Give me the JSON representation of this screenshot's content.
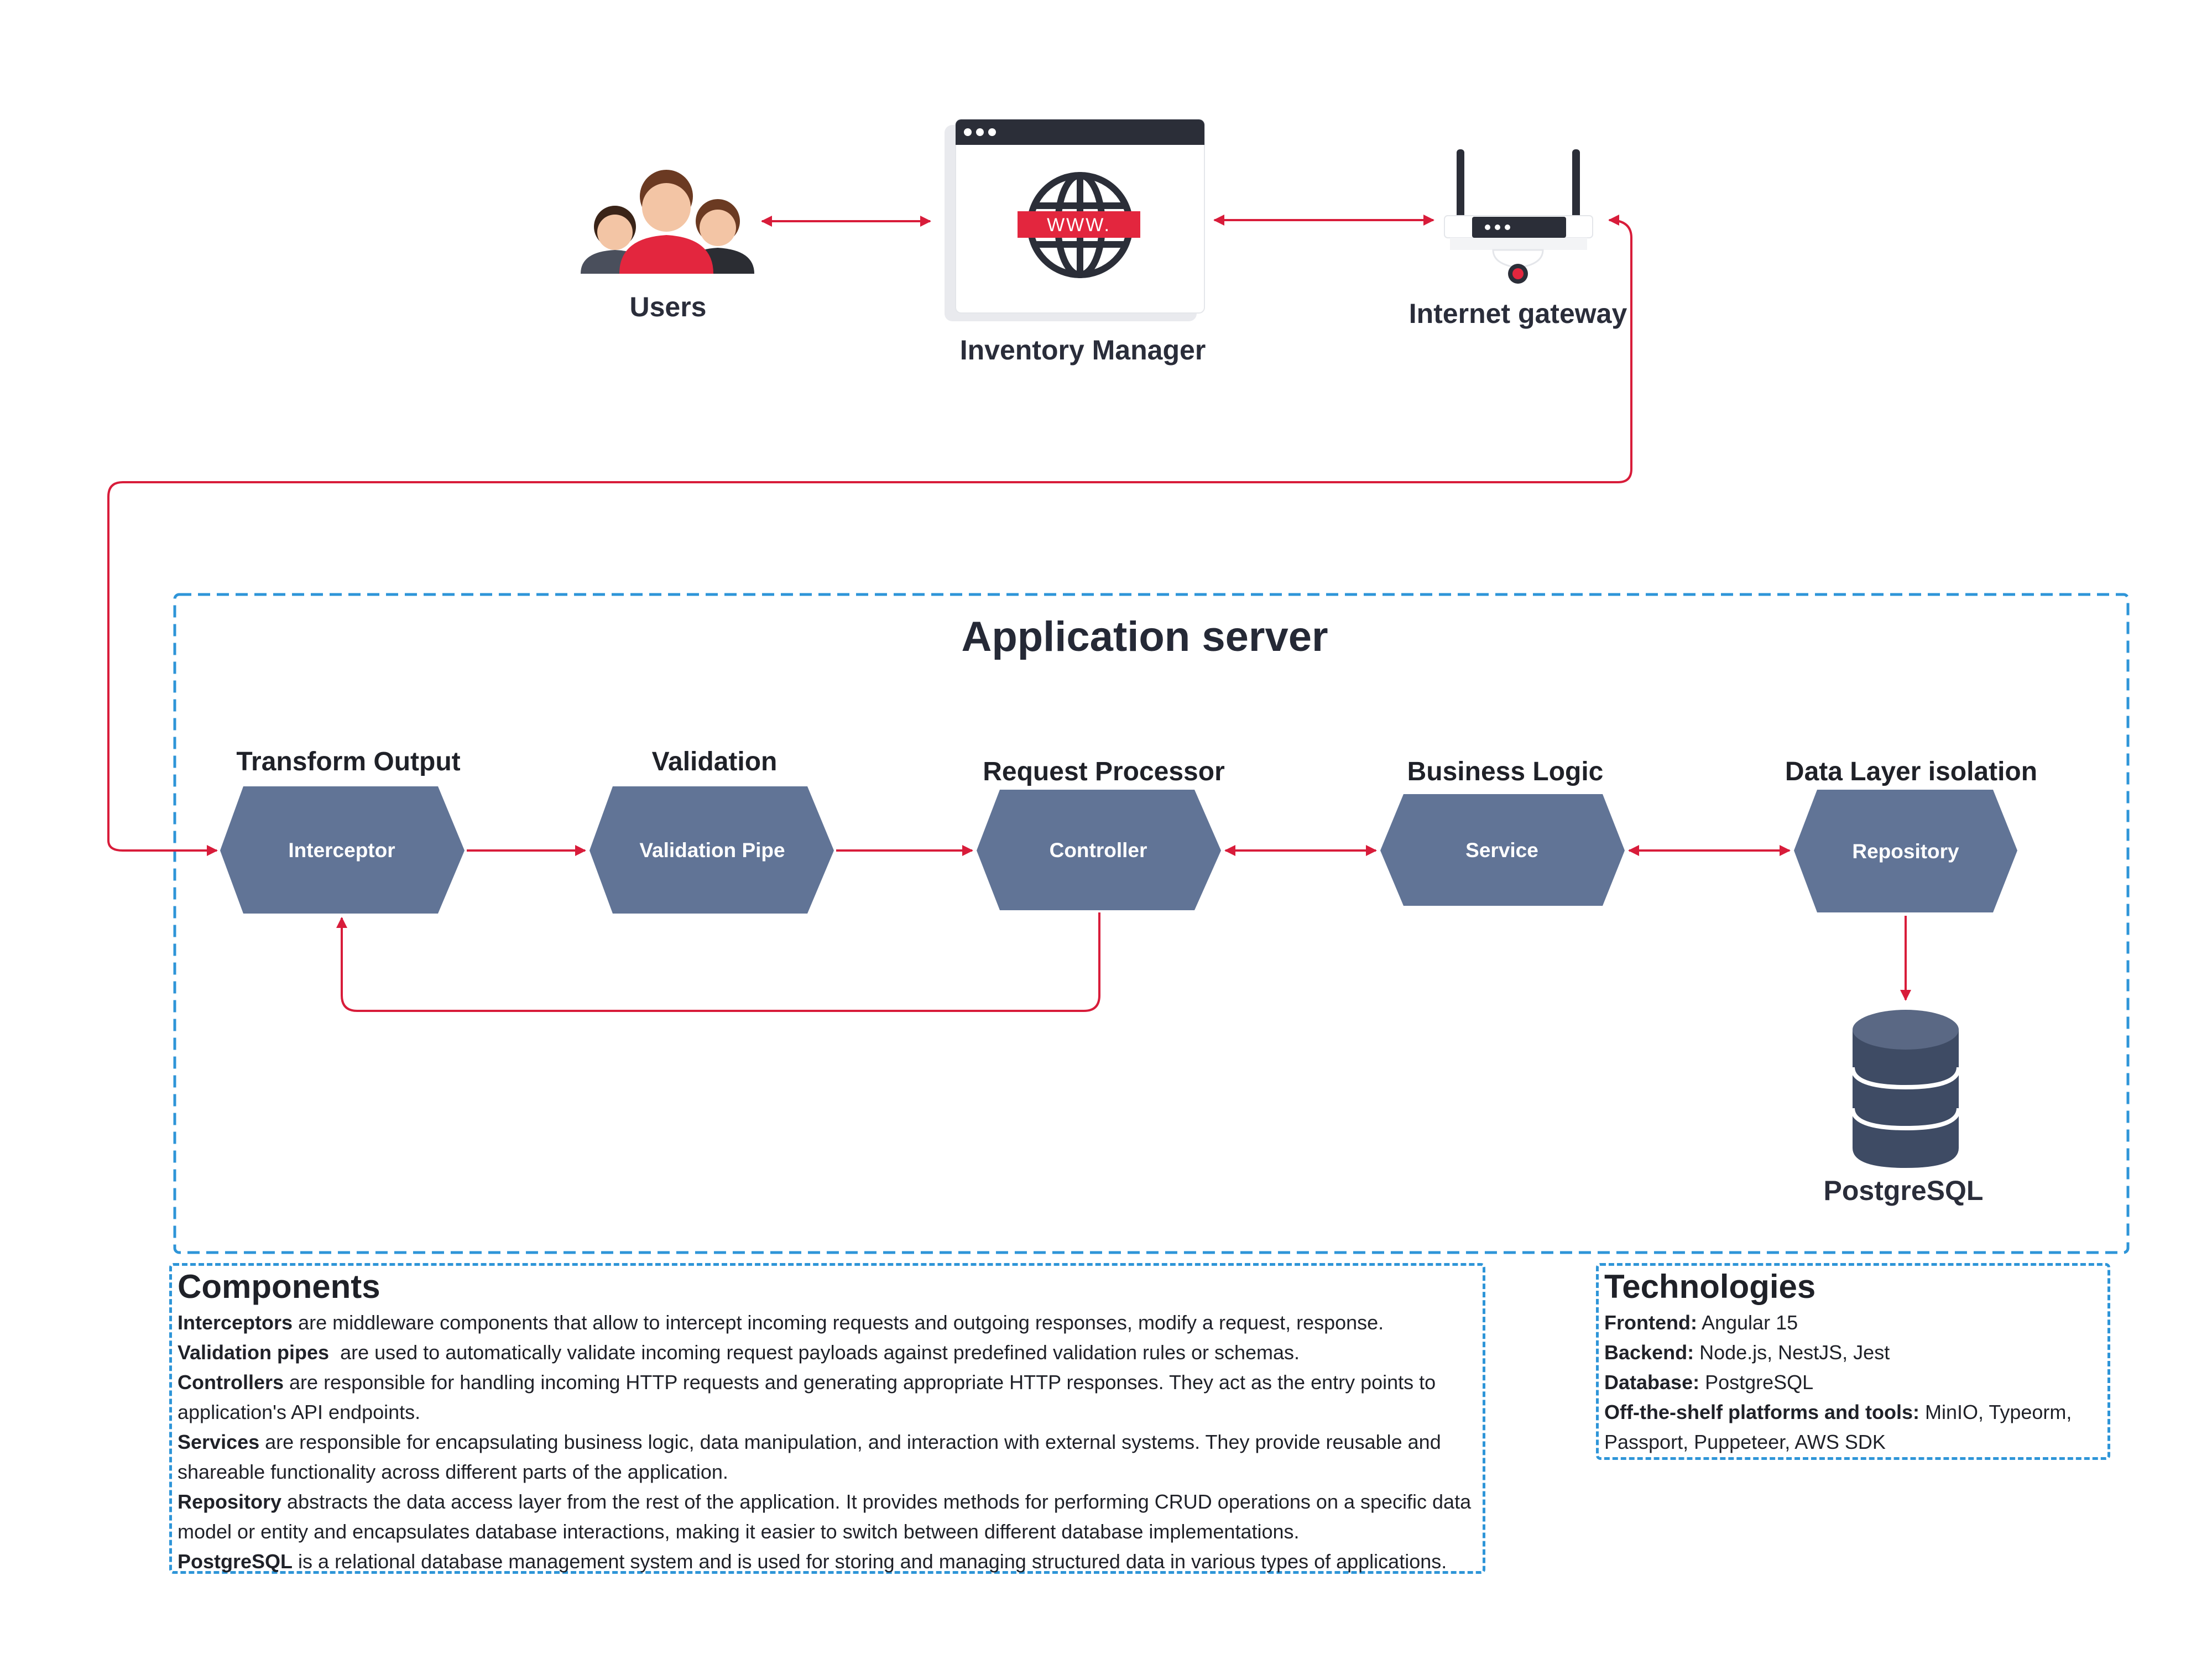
{
  "colors": {
    "hexagon": "#617496",
    "arrow": "#d81c3a",
    "border_dashed": "#2e95d8",
    "text_dark": "#2a2d3a",
    "database": "#3e4b64"
  },
  "top": {
    "users_label": "Users",
    "users_icon": "users-group-icon",
    "browser_label": "Inventory Manager",
    "browser_icon": "browser-www-icon",
    "browser_badge": "WWW.",
    "gateway_label": "Internet gateway",
    "gateway_icon": "router-icon"
  },
  "app_server": {
    "title": "Application server",
    "steps": [
      {
        "heading": "Transform Output",
        "node": "Interceptor"
      },
      {
        "heading": "Validation",
        "node": "Validation Pipe"
      },
      {
        "heading": "Request Processor",
        "node": "Controller"
      },
      {
        "heading": "Business Logic",
        "node": "Service"
      },
      {
        "heading": "Data Layer isolation",
        "node": "Repository"
      }
    ],
    "database_label": "PostgreSQL",
    "database_icon": "database-icon"
  },
  "components": {
    "title": "Components",
    "items": [
      {
        "term": "Interceptors",
        "text": " are middleware components that allow to intercept incoming requests and outgoing responses, modify a request, response."
      },
      {
        "term": "Validation pipes",
        "text": "  are used to automatically validate incoming request payloads against predefined validation rules or schemas."
      },
      {
        "term": "Controllers",
        "text": " are responsible for handling incoming HTTP requests and generating appropriate HTTP responses. They act as the entry points to application's API endpoints."
      },
      {
        "term": "Services",
        "text": " are responsible for encapsulating business logic, data manipulation, and interaction with external systems. They provide reusable and shareable functionality across different parts of the application."
      },
      {
        "term": "Repository",
        "text": " abstracts the data access layer from the rest of the application. It provides methods for performing CRUD operations on a specific data model or entity and encapsulates database interactions, making it easier to switch between different database implementations."
      },
      {
        "term": "PostgreSQL",
        "text": " is a relational database management system and is used for storing and managing structured data in various types of applications."
      }
    ]
  },
  "technologies": {
    "title": "Technologies",
    "items": [
      {
        "term": "Frontend:",
        "text": " Angular 15"
      },
      {
        "term": "Backend:",
        "text": " Node.js, NestJS, Jest"
      },
      {
        "term": "Database:",
        "text": " PostgreSQL"
      },
      {
        "term": "Off-the-shelf platforms and tools:",
        "text": " MinIO, Typeorm, Passport, Puppeteer, AWS SDK"
      }
    ]
  }
}
